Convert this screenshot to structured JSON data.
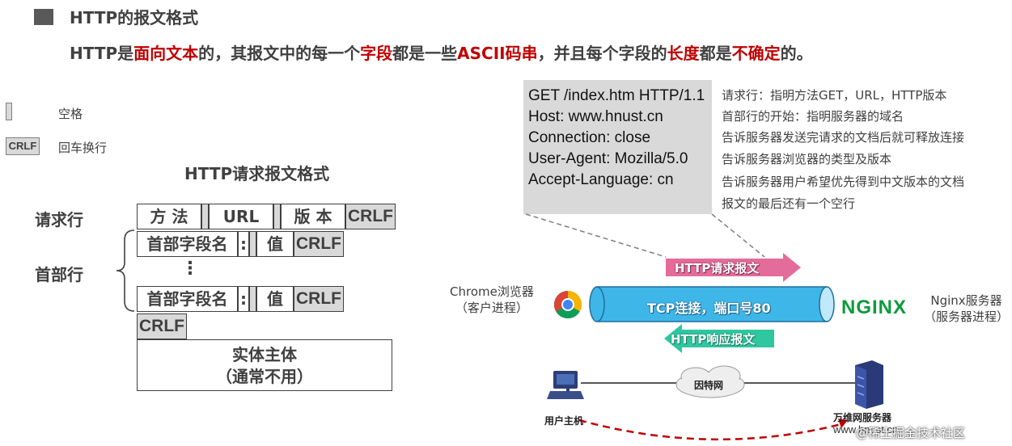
{
  "header": {
    "title": "HTTP的报文格式",
    "subtitle_parts": [
      {
        "text": "HTTP是",
        "highlight": false
      },
      {
        "text": "面向文本",
        "highlight": true
      },
      {
        "text": "的，其报文中的每一个",
        "highlight": false
      },
      {
        "text": "字段",
        "highlight": true
      },
      {
        "text": "都是一些",
        "highlight": false
      },
      {
        "text": "ASCII码串",
        "highlight": true
      },
      {
        "text": "，并且每个字段的",
        "highlight": false
      },
      {
        "text": "长度",
        "highlight": true
      },
      {
        "text": "都是",
        "highlight": false
      },
      {
        "text": "不确定",
        "highlight": true
      },
      {
        "text": "的。",
        "highlight": false
      }
    ],
    "highlight_color": "#c00000"
  },
  "legend": {
    "space_label": "空格",
    "crlf_symbol": "CRLF",
    "crlf_label": "回车换行"
  },
  "format": {
    "title": "HTTP请求报文格式",
    "request_line_label": "请求行",
    "headers_label": "首部行",
    "method": "方 法",
    "url": "URL",
    "version": "版 本",
    "crlf": "CRLF",
    "field_name": "首部字段名",
    "colon": ":",
    "value": "值",
    "ellipsis": "⋮",
    "body_line1": "实体主体",
    "body_line2": "（通常不用）"
  },
  "request_example": {
    "lines": [
      "GET /index.htm HTTP/1.1",
      "Host: www.hnust.cn",
      "Connection: close",
      "User-Agent:  Mozilla/5.0",
      "Accept-Language: cn"
    ],
    "annotations": [
      "请求行：指明方法GET，URL，HTTP版本",
      "首部行的开始：指明服务器的域名",
      "告诉服务器发送完请求的文档后就可释放连接",
      "告诉服务器浏览器的类型及版本",
      "告诉服务器用户希望优先得到中文版本的文档",
      "报文的最后还有一个空行"
    ]
  },
  "flow": {
    "request_arrow": "HTTP请求报文",
    "response_arrow": "HTTP响应报文",
    "tcp_label": "TCP连接，端口号80",
    "client_line1": "Chrome浏览器",
    "client_line2": "（客户进程）",
    "nginx_logo": "NGINX",
    "server_line1": "Nginx服务器",
    "server_line2": "（服务器进程）",
    "internet_label": "因特网",
    "host_label": "用户主机",
    "web_server_label": "万维网服务器",
    "website": "www.hnust.cn",
    "request_color": "#e46c9a",
    "response_color": "#2fc7a0",
    "tcp_color": "#3fb6e8"
  },
  "watermark": "@稀土掘金技术社区"
}
